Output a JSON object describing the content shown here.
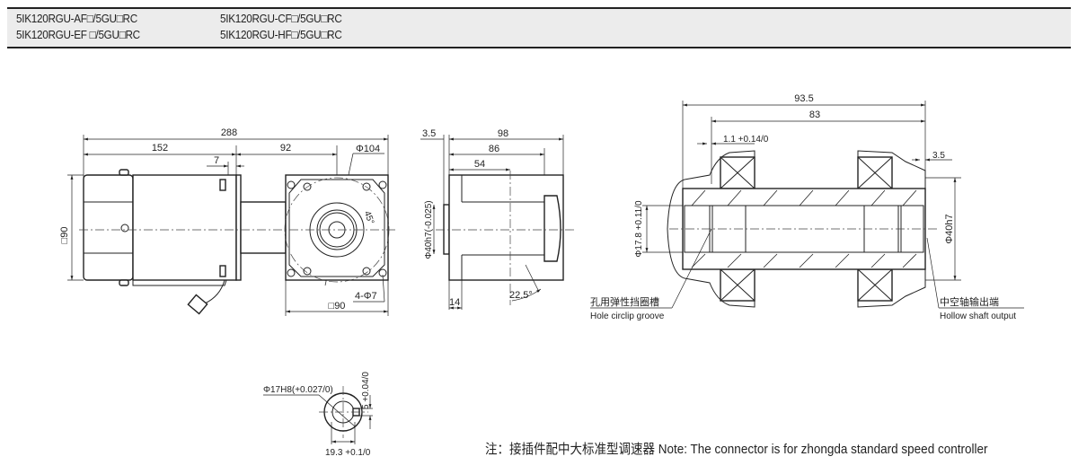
{
  "header": {
    "models": [
      "5IK120RGU-AF□/5GU□RC",
      "5IK120RGU-CF□/5GU□RC",
      "5IK120RGU-EF □/5GU□RC",
      "5IK120RGU-HF□/5GU□RC"
    ]
  },
  "front_view": {
    "dim_total": "288",
    "dim_motor": "152",
    "dim_gear": "92",
    "dim_flange": "7",
    "dim_height": "□90",
    "dim_pcd": "Φ104",
    "dim_angle": "45°",
    "dim_holes": "4-Φ7",
    "dim_square": "□90"
  },
  "side_view": {
    "dim_offset": "3.5",
    "dim_total": "98",
    "dim_86": "86",
    "dim_54": "54",
    "dim_14": "14",
    "dim_shaft": "Φ40h7(-0.025)",
    "dim_angle": "22.5°"
  },
  "section_view": {
    "dim_total": "93.5",
    "dim_83": "83",
    "dim_groove": "1.1 +0.14/0",
    "dim_offset": "3.5",
    "dim_bore": "Φ17.8 +0.11/0",
    "dim_outer": "Φ40h7",
    "label_groove_cn": "孔用弹性挡圈槽",
    "label_groove_en": "Hole circlip groove",
    "label_output_cn": "中空轴输出端",
    "label_output_en": "Hollow shaft output"
  },
  "bore_detail": {
    "dim_bore": "Φ17H8(+0.027/0)",
    "dim_key": "5 +0.04/0",
    "dim_depth": "19.3 +0.1/0"
  },
  "note": "注：接插件配中大标准型调速器   Note: The connector is for zhongda standard speed controller"
}
